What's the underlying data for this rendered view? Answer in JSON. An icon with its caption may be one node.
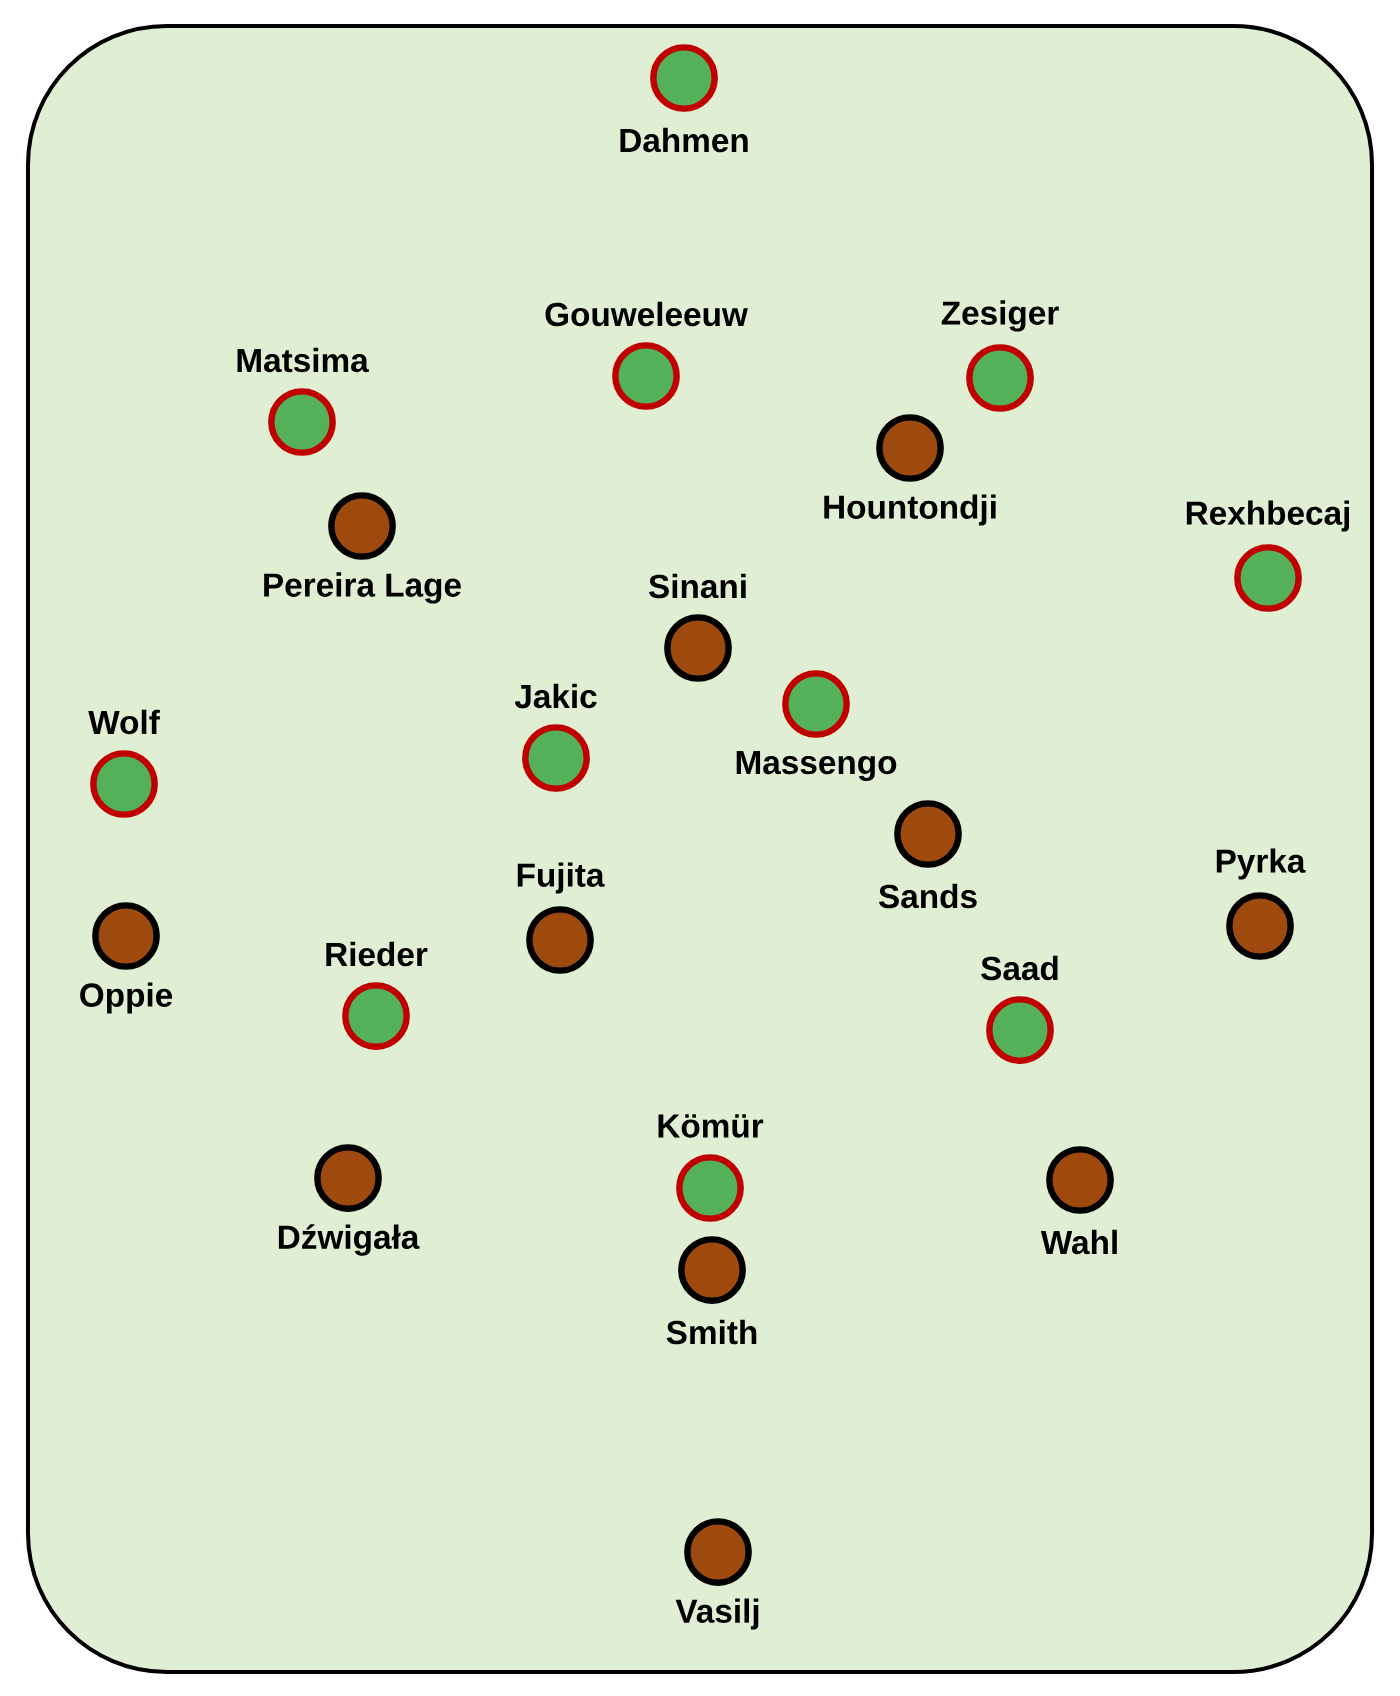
{
  "diagram": {
    "nodes": [
      {
        "text": [
          "Dahmen"
        ]
      },
      {
        "text": [
          "Gouweleeuw"
        ]
      },
      {
        "text": [
          "Zesiger"
        ]
      },
      {
        "text": [
          "Matsima"
        ]
      },
      {
        "text": [
          "Hountondji"
        ]
      },
      {
        "text": [
          "Pereira Lage"
        ]
      },
      {
        "text": [
          "Rexhbecaj"
        ]
      },
      {
        "text": [
          "Sinani"
        ]
      },
      {
        "text": [
          "Massengo"
        ]
      },
      {
        "text": [
          "Jakic"
        ]
      },
      {
        "text": [
          "Wolf"
        ]
      },
      {
        "text": [
          "Sands"
        ]
      },
      {
        "text": [
          "Fujita"
        ]
      },
      {
        "text": [
          "Pyrka"
        ]
      },
      {
        "text": [
          "Oppie"
        ]
      },
      {
        "text": [
          "Saad"
        ]
      },
      {
        "text": [
          "Rieder"
        ]
      },
      {
        "text": [
          "Kömür"
        ]
      },
      {
        "text": [
          "Dźwigała"
        ]
      },
      {
        "text": [
          "Wahl"
        ]
      },
      {
        "text": [
          "Smith"
        ]
      },
      {
        "text": [
          "Vasilj"
        ]
      }
    ],
    "edges": []
  }
}
